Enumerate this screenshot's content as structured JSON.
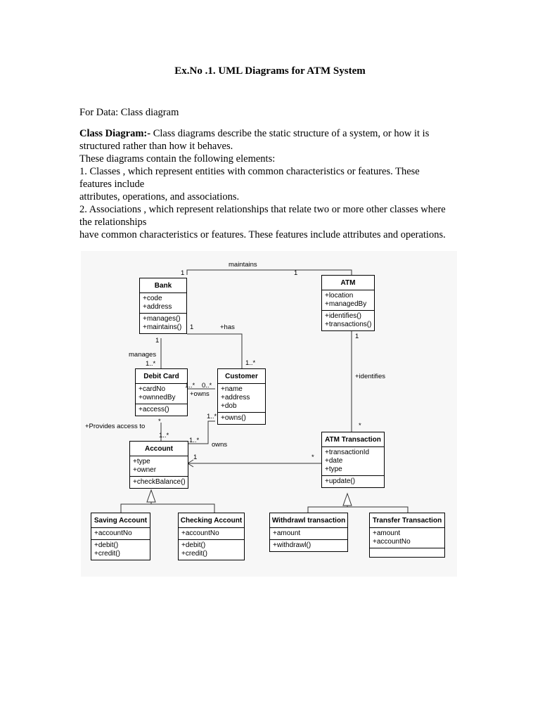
{
  "document": {
    "title": "Ex.No .1. UML Diagrams for ATM System",
    "for_data": "For Data: Class diagram",
    "class_diagram_lead": "Class Diagram:-",
    "class_diagram_desc_1": " Class diagrams describe the static structure of a system, or how it is",
    "class_diagram_desc_2": "structured rather than how it behaves.",
    "elements_intro": "These diagrams contain the following elements:",
    "item1_line1": "1. Classes , which represent entities with common characteristics or features. These",
    "item1_line2": "features include",
    "item1_line3": "attributes, operations, and associations.",
    "item2_line1": "2. Associations , which represent relationships that relate two or more other classes where",
    "item2_line2": "the relationships",
    "item2_line3": "have common characteristics or features. These features include attributes and operations."
  },
  "diagram": {
    "classes": {
      "bank": {
        "name": "Bank",
        "attrs": [
          "+code",
          "+address"
        ],
        "ops": [
          "+manages()",
          "+maintains()"
        ]
      },
      "atm": {
        "name": "ATM",
        "attrs": [
          "+location",
          "+managedBy"
        ],
        "ops": [
          "+identifies()",
          "+transactions()"
        ]
      },
      "debit_card": {
        "name": "Debit Card",
        "attrs": [
          "+cardNo",
          "+ownnedBy"
        ],
        "ops": [
          "+access()"
        ]
      },
      "customer": {
        "name": "Customer",
        "attrs": [
          "+name",
          "+address",
          "+dob"
        ],
        "ops": [
          "+owns()"
        ]
      },
      "account": {
        "name": "Account",
        "attrs": [
          "+type",
          "+owner"
        ],
        "ops": [
          "+checkBalance()"
        ]
      },
      "atm_transaction": {
        "name": "ATM Transaction",
        "attrs": [
          "+transactionId",
          "+date",
          "+type"
        ],
        "ops": [
          "+update()"
        ]
      },
      "saving_account": {
        "name": "Saving Account",
        "attrs": [
          "+accountNo"
        ],
        "ops": [
          "+debit()",
          "+credit()"
        ]
      },
      "checking_account": {
        "name": "Checking Account",
        "attrs": [
          "+accountNo"
        ],
        "ops": [
          "+debit()",
          "+credit()"
        ]
      },
      "withdrawl_transaction": {
        "name": "Withdrawl transaction",
        "attrs": [
          "+amount"
        ],
        "ops": [
          "+withdrawl()"
        ]
      },
      "transfer_transaction": {
        "name": "Transfer Transaction",
        "attrs": [
          "+amount",
          "+accountNo"
        ],
        "ops": []
      }
    },
    "labels": {
      "maintains": "maintains",
      "maintains_bank_mult": "1",
      "maintains_atm_mult": "1",
      "has": "+has",
      "has_bank_mult": "1",
      "has_customer_mult": "1..*",
      "manages": "manages",
      "manages_bank_mult": "1",
      "manages_card_mult": "1..*",
      "owns_card": "+owns",
      "owns_card_mult1": "1..*",
      "owns_card_mult2": "0..*",
      "identifies": "+identifies",
      "identifies_atm_mult": "1",
      "identifies_tx_mult": "*",
      "provides_access": "+Provides access to",
      "provides_card_mult": "*",
      "provides_account_mult": "1..*",
      "owns_account": "owns",
      "owns_customer_mult": "1..*",
      "owns_account_mult": "1..*",
      "tx_account_mult": "1",
      "tx_tx_mult": "*"
    }
  }
}
